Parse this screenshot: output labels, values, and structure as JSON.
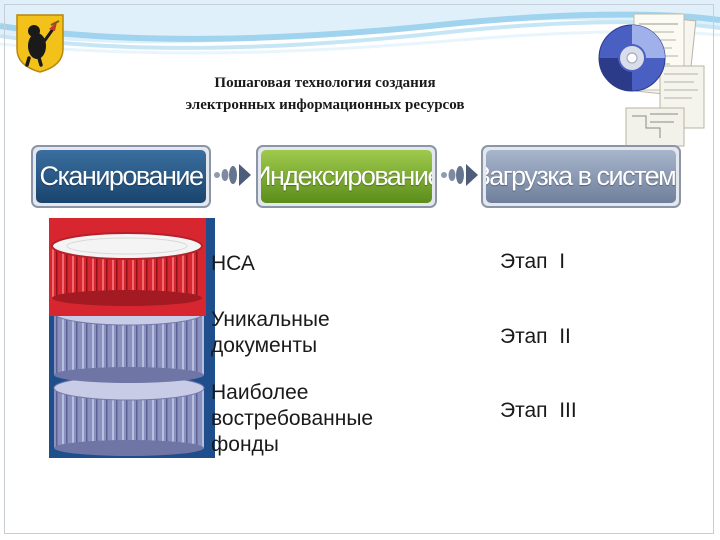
{
  "title": {
    "line1": "Пошаговая технология создания",
    "line2": "электронных информационных ресурсов"
  },
  "steps": [
    {
      "label": "Сканирование",
      "color": "#1f4e79"
    },
    {
      "label": "Индексирование",
      "color": "#79ab2e"
    },
    {
      "label": "Загрузка в систему",
      "color": "#8593ad"
    }
  ],
  "rows": [
    {
      "label": "НСА",
      "stage": "Этап  I",
      "color": "#d7262f"
    },
    {
      "label": "Уникальные документы",
      "stage": "Этап  II",
      "color": "#8a91bf"
    },
    {
      "label": "Наиболее востребованные фонды",
      "stage": "Этап  III",
      "color": "#8a91bf"
    }
  ],
  "icons": {
    "emblem": "yaroslavl-coat-of-arms-icon",
    "documents": "documents-and-cd-icon",
    "arrow": "arrow-right-icon"
  },
  "colors": {
    "stack_background": "#1f4e8c",
    "swoosh": "#7cc3e6"
  }
}
